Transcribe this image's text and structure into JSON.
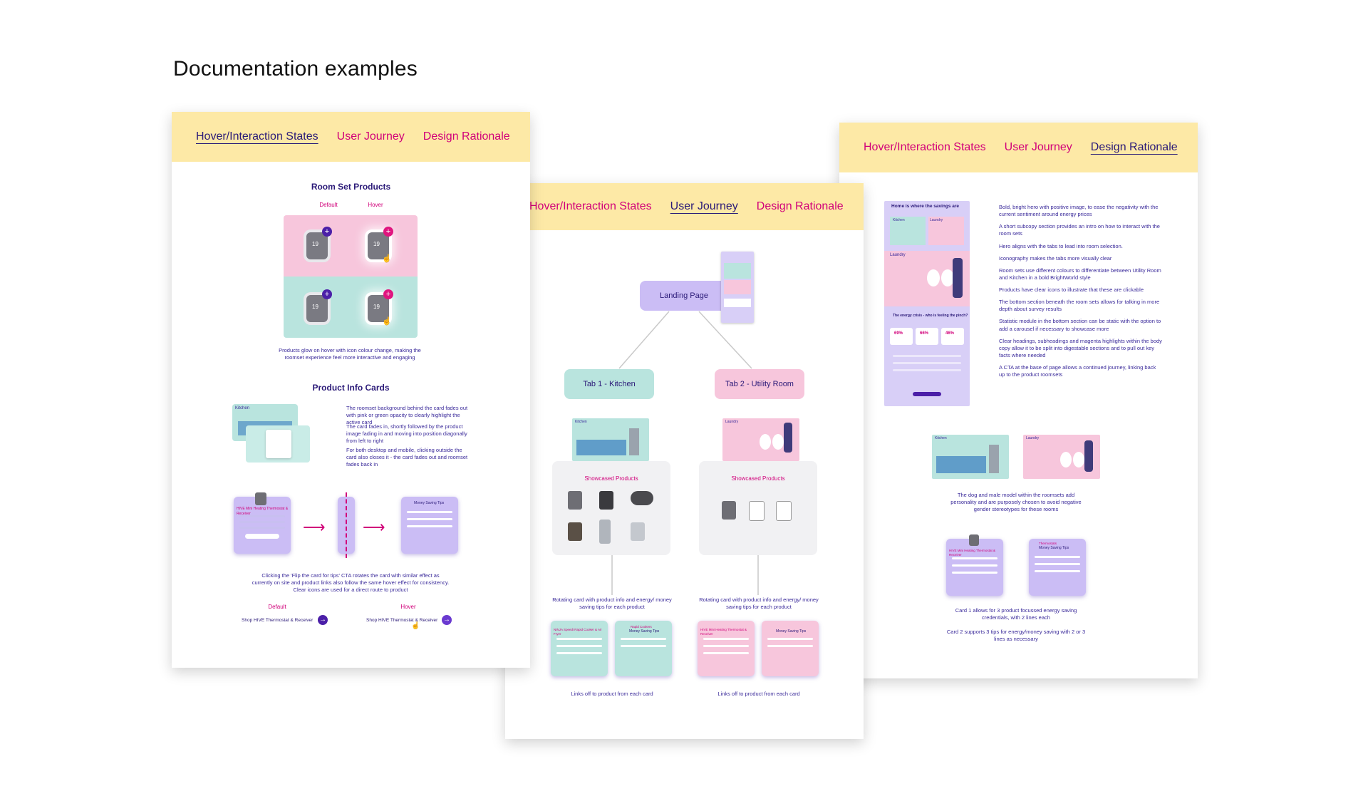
{
  "page": {
    "title": "Documentation examples"
  },
  "tabs": {
    "hover": "Hover/Interaction States",
    "journey": "User Journey",
    "rationale": "Design Rationale"
  },
  "doc1": {
    "room_set_title": "Room Set Products",
    "default_label": "Default",
    "hover_label": "Hover",
    "thermo_reading": "19",
    "room_set_caption": "Products glow on hover with icon colour change, making the roomset experience feel more interactive and engaging",
    "info_cards_title": "Product Info Cards",
    "info_note_1": "The roomset background behind the card fades out with pink or green opacity to clearly highlight the active card",
    "info_note_2": "The card fades in, shortly followed by the product image fading in and moving into position diagonally from left to right",
    "info_note_3": "For both desktop and mobile, clicking outside the card also closes it - the card fades out and roomset fades back in",
    "flip_caption": "Clicking the 'Flip the card for tips' CTA rotates the card with similar effect as currently on site and product links also follow the same hover effect for consistency. Clear icons are used for a direct route to product",
    "cta_default_label": "Default",
    "cta_hover_label": "Hover",
    "cta_text": "Shop HIVE Thermostat & Receiver",
    "mini_kitchen": "Kitchen",
    "mini_card_title": "HIVE Mini Heating Thermostat & Receiver",
    "mini_tips_title": "Money Saving Tips"
  },
  "doc2": {
    "landing": "Landing Page",
    "tab_kitchen": "Tab 1 - Kitchen",
    "tab_utility": "Tab 2 - Utility Room",
    "showcased": "Showcased Products",
    "mini_kitchen": "Kitchen",
    "mini_laundry": "Laundry",
    "rotating_caption": "Rotating card with product info and energy/ money saving tips for each product",
    "links_caption": "Links off to product from each card",
    "card_ninja": "NINJA Speedi Rapid Cooker & Air Fryer",
    "card_hive": "HIVE Mini Heating Thermostat & Receiver",
    "card_tips": "Money Saving Tips",
    "card_rapid": "Rapid Cookers"
  },
  "doc3": {
    "hero_title": "Home is where the savings are",
    "mini_kitchen": "Kitchen",
    "mini_laundry": "Laundry",
    "mini_thermostats": "Thermostats",
    "mini_card_title": "HIVE Mini Heating Thermostat & Receiver",
    "mini_tips_title": "Money Saving Tips",
    "energy_title": "The energy crisis - who is feeling the pinch?",
    "stat_1": "69%",
    "stat_2": "66%",
    "stat_3": "46%",
    "notes": [
      "Bold, bright hero with positive image, to ease the negativity with the current sentiment around energy prices",
      "A short subcopy section provides an intro on how to interact with the room sets",
      "Hero aligns with the tabs to lead into room selection.",
      "Iconography makes the tabs more visually clear",
      "Room sets use different colours to differentiate between Utility Room and Kitchen in a bold BrightWorld style",
      "Products have clear icons to illustrate that these are clickable",
      "The bottom section beneath the room sets allows for talking in more depth about survey results",
      "Statistic module in the bottom section can be static with the option to add a carousel if necessary to showcase more",
      "Clear headings, subheadings and magenta highlights within the body copy allow it to be split into digestable sections and to pull out key facts where needed",
      "A CTA at the base of page allows a continued journey, linking back up to the product roomsets"
    ],
    "roomset_caption": "The dog and male model within the roomsets add personality and are purposely chosen to avoid negative gender stereotypes for these rooms",
    "card1_caption": "Card 1 allows for 3 product focussed energy saving credentials, with 2 lines each",
    "card2_caption": "Card 2 supports 3 tips for energy/money saving with 2 or 3 lines as necessary"
  },
  "colors": {
    "header": "#fde9a6",
    "magenta": "#d1007a",
    "navy": "#2b1a78",
    "pink_room": "#f7c6dc",
    "mint_room": "#b9e4de",
    "lavender": "#cbbdf5"
  },
  "icons": [
    "plus-icon",
    "cursor-icon",
    "arrow-right-icon",
    "chevron-icon"
  ]
}
